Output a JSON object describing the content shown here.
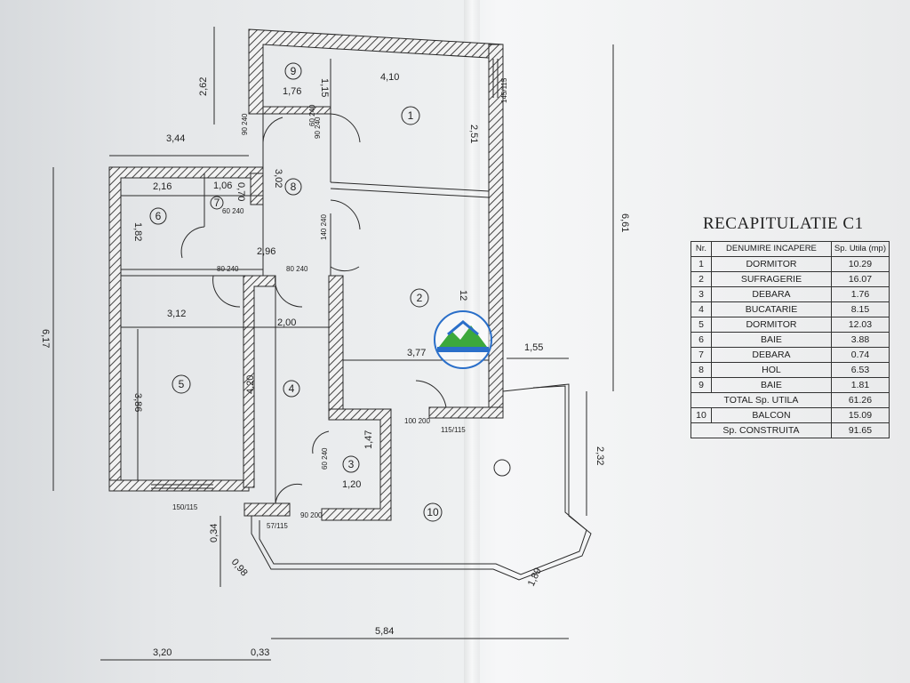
{
  "plan": {
    "room_numbers": [
      "1",
      "2",
      "3",
      "4",
      "5",
      "6",
      "7",
      "8",
      "9",
      "10"
    ],
    "dimensions": {
      "d_2_62": "2,62",
      "d_4_10": "4,10",
      "d_1_76": "1,76",
      "d_1_15": "1,15",
      "d_2_51": "2,51",
      "d_3_44": "3,44",
      "d_2_16": "2,16",
      "d_1_06": "1,06",
      "d_0_70": "0,70",
      "d_3_02": "3,02",
      "d_1_82": "1,82",
      "d_2_96": "2,96",
      "d_6_17": "6,17",
      "d_3_12": "3,12",
      "d_2_00": "2,00",
      "d_3_86": "3,86",
      "d_4_20": "4,20",
      "d_3_77": "3,77",
      "d_1_55": "1,55",
      "d_6_61": "6,61",
      "d_1_47": "1,47",
      "d_1_20": "1,20",
      "d_2_32": "2,32",
      "d_0_34": "0,34",
      "d_0_98": "0,98",
      "d_1_89": "1,89",
      "d_5_84": "5,84",
      "d_3_20": "3,20",
      "d_0_33": "0,33",
      "d_12": "12"
    },
    "doors": {
      "w_145_115": "145/115",
      "w_115_115": "115/115",
      "w_150_115": "150/115",
      "w_57_115": "57/115",
      "dr_90_240_a": "90 240",
      "dr_90_240_b": "90 240",
      "dr_60_240": "60 240",
      "dr_140_240": "140 240",
      "dr_80_240_a": "80 240",
      "dr_80_240_b": "80 240",
      "dr_60_240_b": "60 240",
      "dr_100_200": "100 200",
      "dr_90_200": "90 200",
      "dr_60_240_c": "60 240"
    }
  },
  "recap": {
    "title": "RECAPITULATIE C1",
    "headers": {
      "nr": "Nr.",
      "name": "DENUMIRE INCAPERE",
      "area": "Sp. Utila (mp)"
    },
    "rows": [
      {
        "nr": "1",
        "name": "DORMITOR",
        "area": "10.29"
      },
      {
        "nr": "2",
        "name": "SUFRAGERIE",
        "area": "16.07"
      },
      {
        "nr": "3",
        "name": "DEBARA",
        "area": "1.76"
      },
      {
        "nr": "4",
        "name": "BUCATARIE",
        "area": "8.15"
      },
      {
        "nr": "5",
        "name": "DORMITOR",
        "area": "12.03"
      },
      {
        "nr": "6",
        "name": "BAIE",
        "area": "3.88"
      },
      {
        "nr": "7",
        "name": "DEBARA",
        "area": "0.74"
      },
      {
        "nr": "8",
        "name": "HOL",
        "area": "6.53"
      },
      {
        "nr": "9",
        "name": "BAIE",
        "area": "1.81"
      }
    ],
    "total_util": {
      "label": "TOTAL Sp. UTILA",
      "area": "61.26"
    },
    "balcon": {
      "nr": "10",
      "name": "BALCON",
      "area": "15.09"
    },
    "construita": {
      "label": "Sp. CONSTRUITA",
      "area": "91.65"
    }
  },
  "colors": {
    "line": "#2a2a2a",
    "hatch": "#555555",
    "paper": "#eef0f1",
    "logo_green": "#3ca83c",
    "logo_blue": "#2a6fc9"
  }
}
